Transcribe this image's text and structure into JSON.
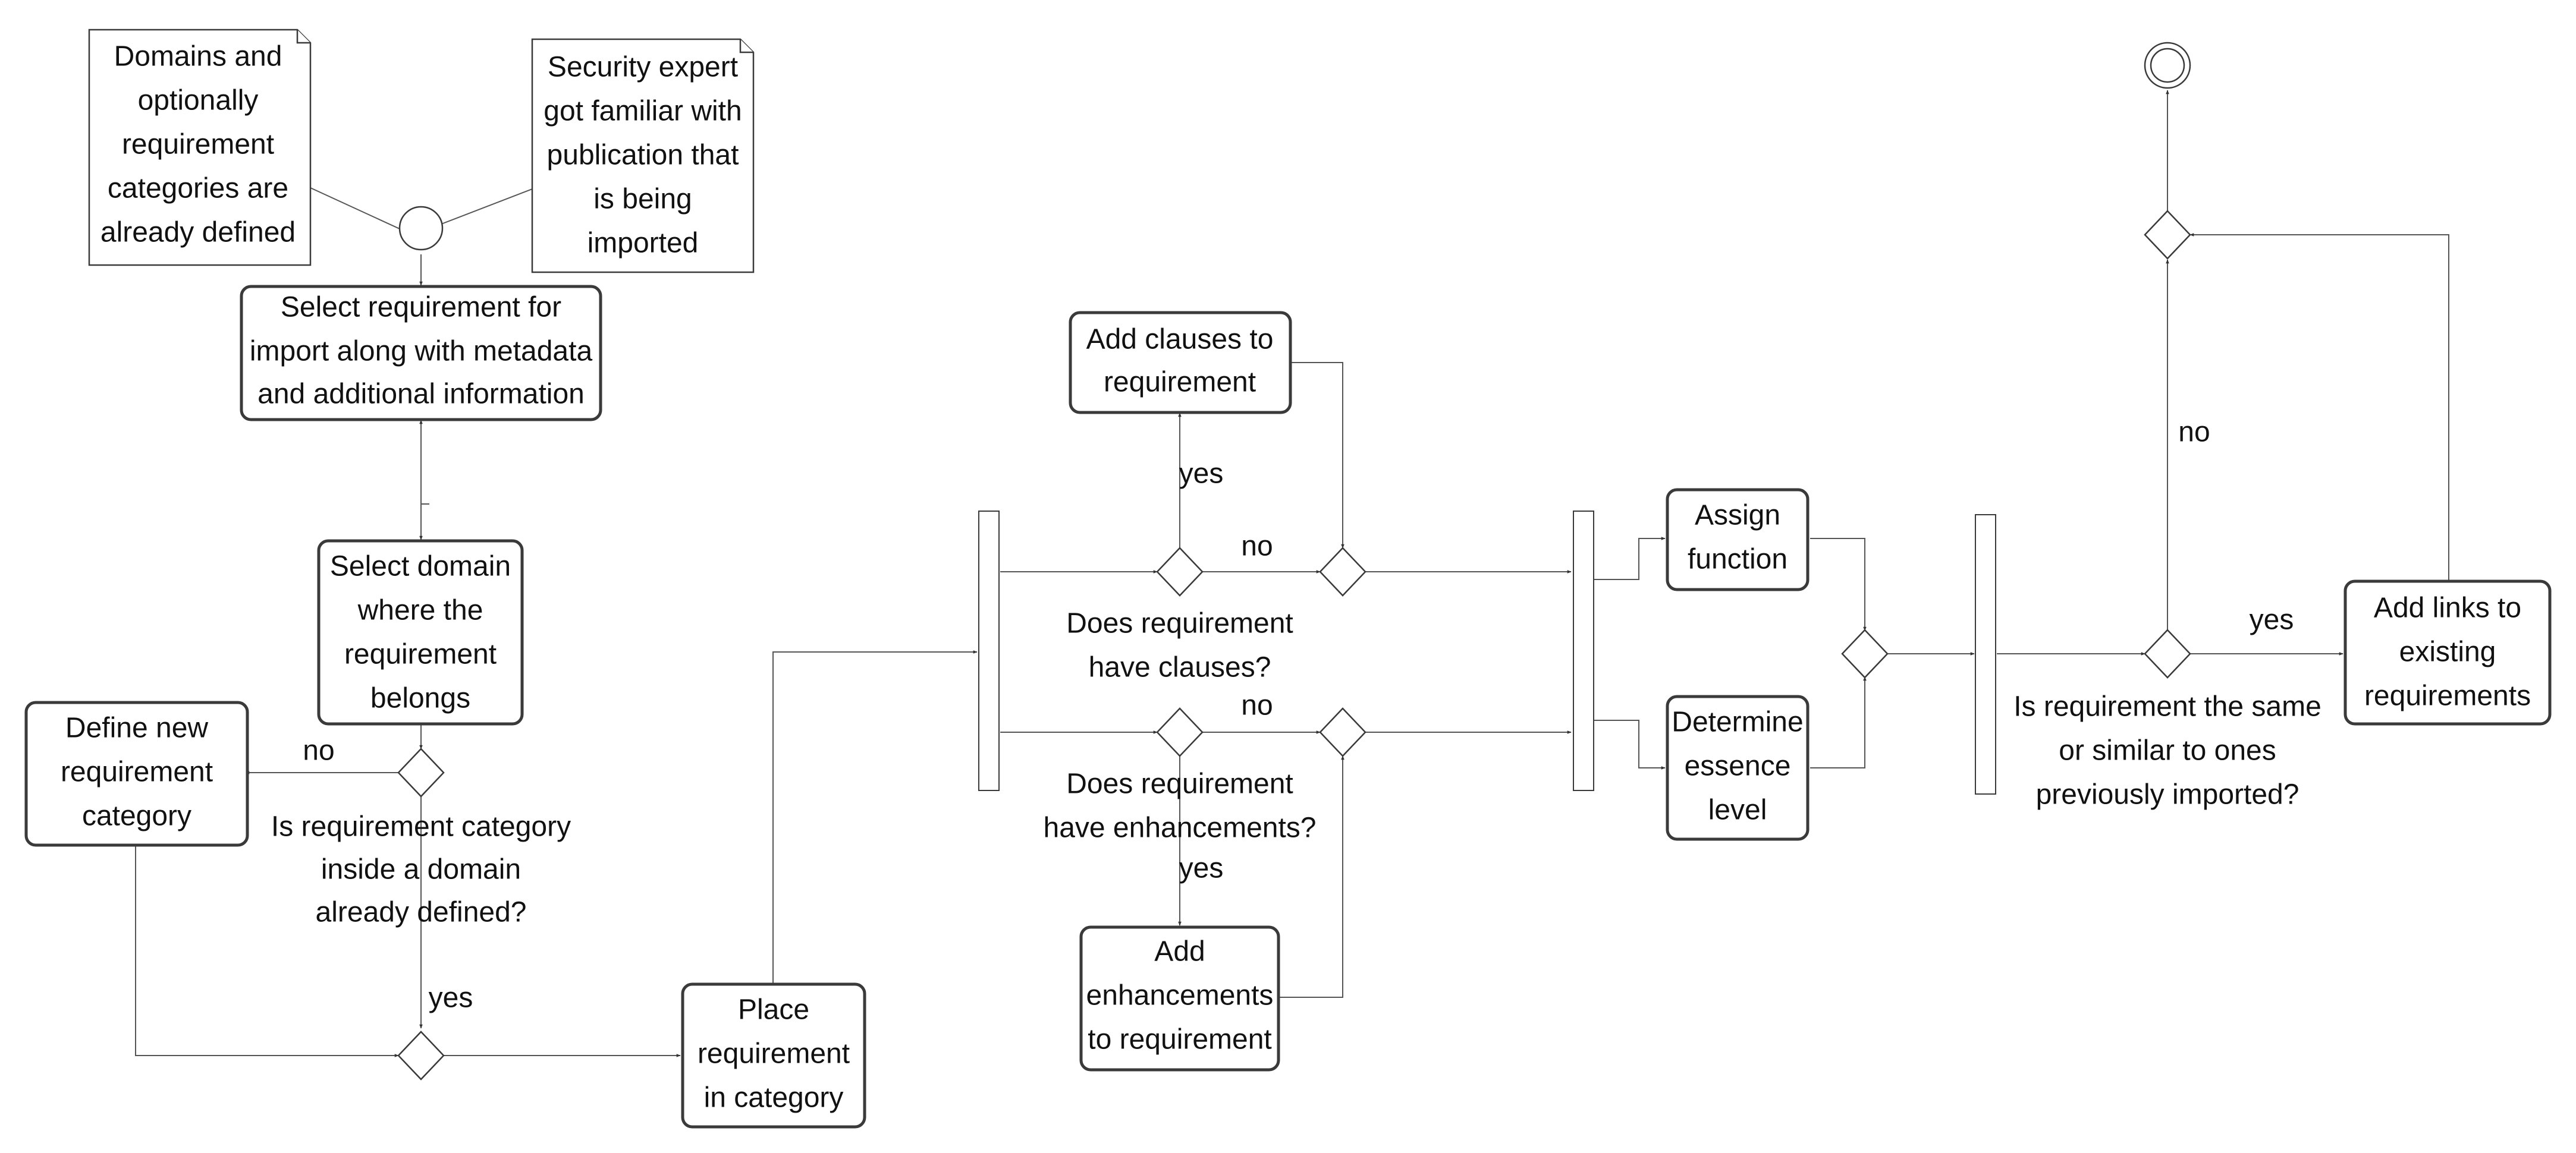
{
  "notes": {
    "domains_defined": [
      "Domains and",
      "optionally",
      "requirement",
      "categories are",
      "already defined"
    ],
    "expert_familiar": [
      "Security expert",
      "got familiar with",
      "publication that",
      "is being",
      "imported"
    ]
  },
  "actions": {
    "select_requirement": [
      "Select requirement for",
      "import along with metadata",
      "and additional information"
    ],
    "select_domain": [
      "Select domain",
      "where the",
      "requirement",
      "belongs"
    ],
    "define_category": [
      "Define new",
      "requirement",
      "category"
    ],
    "place_requirement": [
      "Place",
      "requirement",
      "in category"
    ],
    "add_clauses": [
      "Add clauses to",
      "requirement"
    ],
    "add_enhancements": [
      "Add",
      "enhancements",
      "to requirement"
    ],
    "assign_function": [
      "Assign",
      "function"
    ],
    "determine_essence": [
      "Determine",
      "essence",
      "level"
    ],
    "add_links": [
      "Add links to",
      "existing",
      "requirements"
    ]
  },
  "decisions": {
    "category_defined": [
      "Is requirement category",
      "inside a domain",
      "already defined?"
    ],
    "has_clauses": [
      "Does requirement",
      "have clauses?"
    ],
    "has_enhancements": [
      "Does requirement",
      "have enhancements?"
    ],
    "same_as_previous": [
      "Is requirement the same",
      "or similar to ones",
      "previously imported?"
    ]
  },
  "edge_labels": {
    "category_no": "no",
    "category_yes": "yes",
    "clauses_yes": "yes",
    "clauses_no": "no",
    "enhancements_no": "no",
    "enhancements_yes": "yes",
    "same_no": "no",
    "same_yes": "yes"
  }
}
